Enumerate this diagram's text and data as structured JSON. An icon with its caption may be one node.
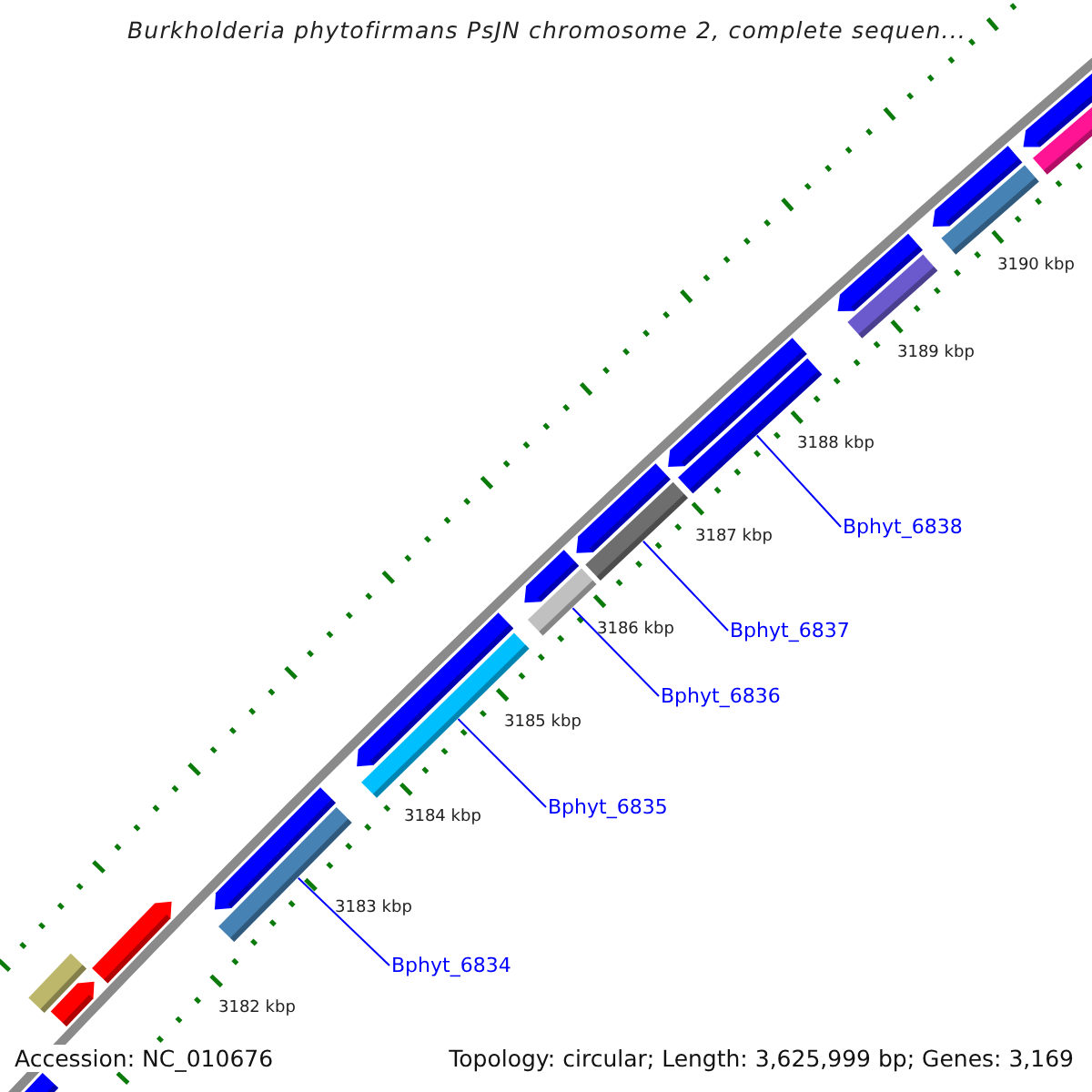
{
  "diagram": {
    "title": "Burkholderia phytofirmans PsJN chromosome 2, complete sequen...",
    "nodes": [
      {
        "text": [
          "Bphyt_6834"
        ]
      },
      {
        "text": [
          "Bphyt_6835"
        ]
      },
      {
        "text": [
          "Bphyt_6836"
        ]
      },
      {
        "text": [
          "Bphyt_6837"
        ]
      },
      {
        "text": [
          "Bphyt_6838"
        ]
      },
      {
        "text": [],
        "shape": "bar"
      },
      {
        "text": [],
        "shape": "bar"
      },
      {
        "text": [],
        "shape": "bar"
      },
      {
        "text": [],
        "shape": "bar"
      },
      {
        "text": [],
        "shape": "bar"
      }
    ],
    "edges": [
      {
        "from": 0,
        "to": 5,
        "arrow": "none"
      },
      {
        "from": 1,
        "to": 6,
        "arrow": "none"
      },
      {
        "from": 2,
        "to": 7,
        "arrow": "none"
      },
      {
        "from": 3,
        "to": 8,
        "arrow": "none"
      },
      {
        "from": 4,
        "to": 9,
        "arrow": "none"
      }
    ],
    "labels": [
      "3182 kbp",
      "3183 kbp",
      "3184 kbp",
      "3185 kbp",
      "3186 kbp",
      "3187 kbp",
      "3188 kbp",
      "3189 kbp",
      "3190 kbp",
      "Accession: NC_010676",
      "Topology: circular; Length: 3,625,999 bp; Genes: 3,169"
    ]
  }
}
